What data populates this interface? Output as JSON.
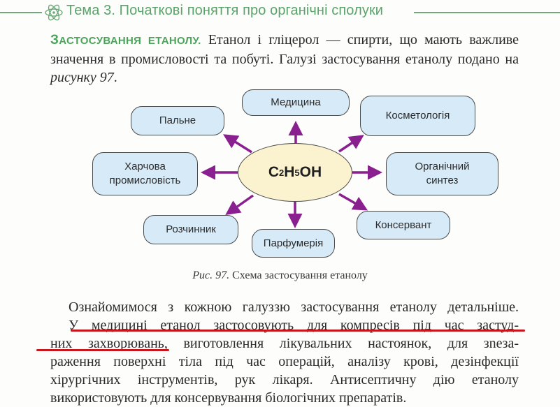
{
  "header": {
    "title": "Тема 3. Початкові поняття про органічні сполуки",
    "icon": "atom-icon",
    "accent_color": "#5aa36a"
  },
  "intro": {
    "lead_first": "З",
    "lead_rest": "астосування етанолу.",
    "text_1": " Етанол і гліцерол — спирти, що мають важливе значення в промисловості та побуті. Галузі застосування етанолу подано на ",
    "ref": "рисунку 97",
    "text_2": "."
  },
  "diagram": {
    "center": {
      "c": "C",
      "sub1": "2",
      "h": "H",
      "sub2": "5",
      "oh": "OH"
    },
    "nodes": [
      {
        "id": "medicine",
        "label": "Медицина"
      },
      {
        "id": "fuel",
        "label": "Пальне"
      },
      {
        "id": "cosmetology",
        "label": "Косметологія"
      },
      {
        "id": "food",
        "label": "Харчова промисловість"
      },
      {
        "id": "organic",
        "label": "Органічний синтез"
      },
      {
        "id": "solvent",
        "label": "Розчинник"
      },
      {
        "id": "perfumery",
        "label": "Парфумерія"
      },
      {
        "id": "preservative",
        "label": "Консервант"
      }
    ],
    "arrow_color": "#8a1f8f",
    "box_fill": "#d6eaf8",
    "center_fill": "#fbf3cf"
  },
  "caption": {
    "label": "Рис. 97.",
    "text": " Схема застосування етанолу"
  },
  "body": {
    "lines": [
      "Ознайомимося з кожною галуззю застосування етанолу детальніше.",
      "У медицині етанол застосовують для компресів під час застуд-",
      "них захворювань, виготовлення лікувальних настоянок, для зneза-",
      "раження поверхні тіла під час операцій, аналізу крові, дезінфекції",
      "хірургічних інструментів, рук лікаря. Антисептичну дію етанолу",
      "використовують для консервування біологічних препаратів."
    ],
    "underline_color": "#c8161d"
  }
}
